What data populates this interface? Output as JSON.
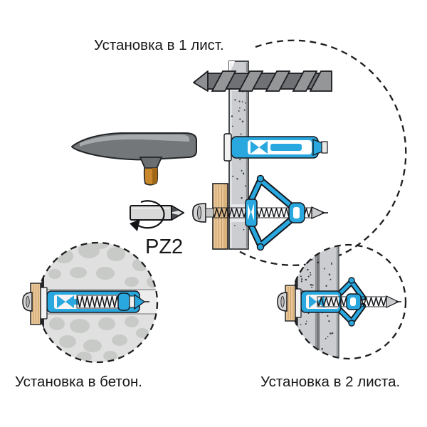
{
  "labels": {
    "one_sheet": "Установка в 1 лист.",
    "bit": "PZ2",
    "concrete": "Установка в бетон.",
    "two_sheets": "Установка в 2 листа."
  },
  "colors": {
    "anchor_blue": "#29A8E0",
    "outline_black": "#1B1C1F",
    "drill_gray": "#8F9194",
    "hammer_gray": "#73777A",
    "hammer_highlight": "#A6AAAD",
    "handle_wood": "#C9882C",
    "board_wood": "#EAC89B",
    "drywall_gray": "#CBCDD0",
    "concrete_gray": "#E0E0E0",
    "stone_gray": "#C8CAC7",
    "screw_gray": "#D4D4D4",
    "dashed_line": "#1C1D1F"
  },
  "icons": {
    "drill-bit-icon": "twisted drill bit shape",
    "hammer-icon": "hammer shape",
    "pz2-bit-icon": "pozidriv screwdriver bit shape",
    "rotation-arrow-icon": "circular rotation arrow",
    "screw-icon": "pan-head screw with thread",
    "wall-anchor-icon": "expanding cavity plug"
  }
}
